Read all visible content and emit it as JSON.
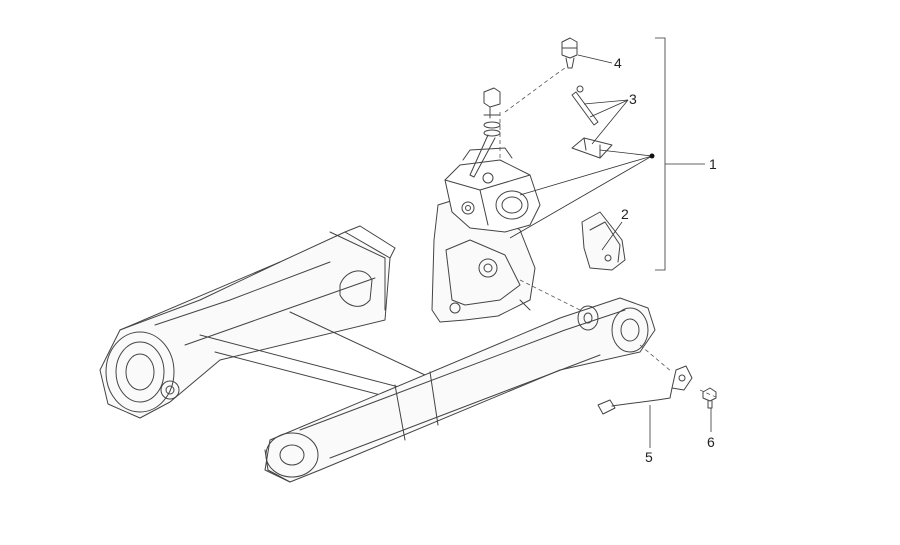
{
  "diagram": {
    "callouts": [
      {
        "label": "1"
      },
      {
        "label": "2"
      },
      {
        "label": "3"
      },
      {
        "label": "4"
      },
      {
        "label": "5"
      },
      {
        "label": "6"
      }
    ]
  }
}
